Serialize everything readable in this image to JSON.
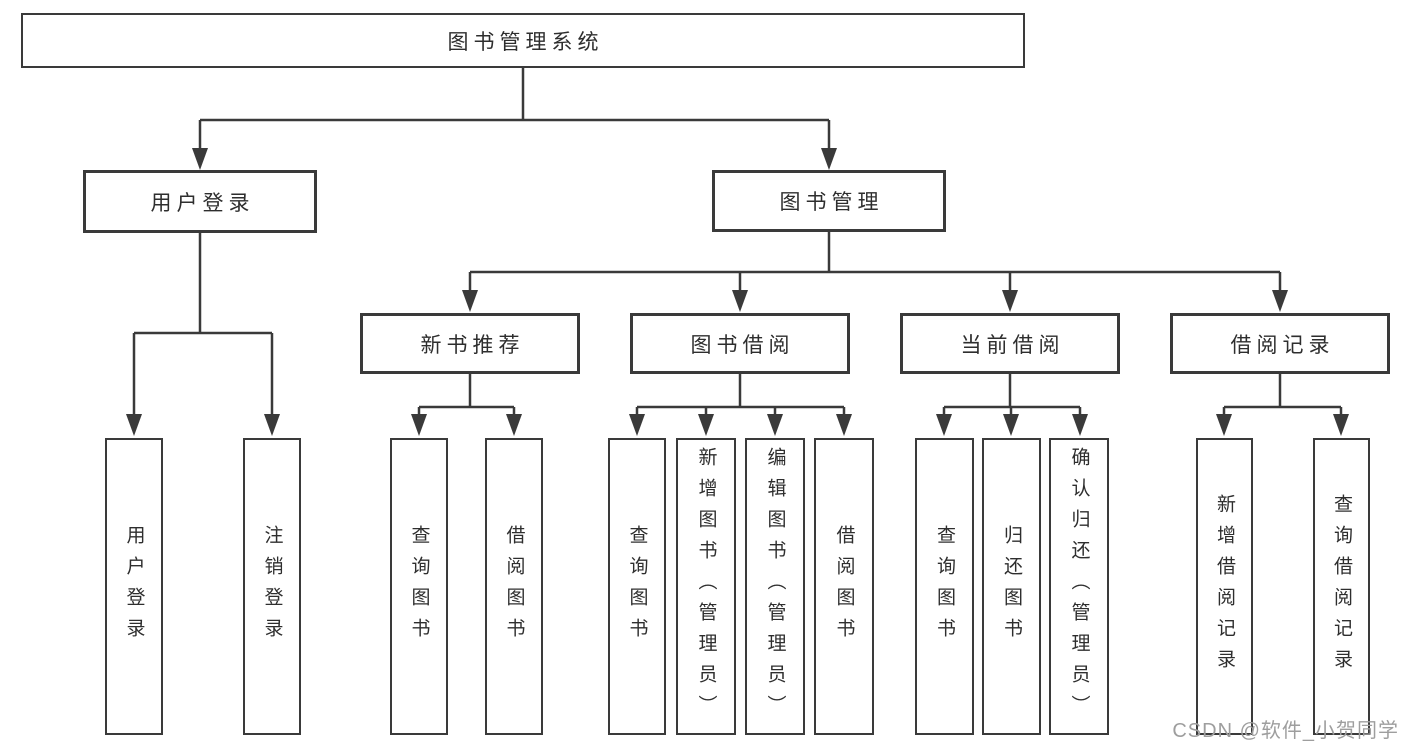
{
  "diagram": {
    "title": "图书管理系统",
    "root": {
      "label": "图书管理系统"
    },
    "level2": [
      {
        "id": "user-login",
        "label": "用户登录"
      },
      {
        "id": "book-management",
        "label": "图书管理"
      }
    ],
    "level3": [
      {
        "id": "new-book-recommendation",
        "label": "新书推荐",
        "parent": "图书管理"
      },
      {
        "id": "book-borrowing",
        "label": "图书借阅",
        "parent": "图书管理"
      },
      {
        "id": "current-borrowing",
        "label": "当前借阅",
        "parent": "图书管理"
      },
      {
        "id": "borrowing-records",
        "label": "借阅记录",
        "parent": "图书管理"
      }
    ],
    "leaves": [
      {
        "parent": "用户登录",
        "label": "用户登录"
      },
      {
        "parent": "用户登录",
        "label": "注销登录"
      },
      {
        "parent": "新书推荐",
        "label": "查询图书"
      },
      {
        "parent": "新书推荐",
        "label": "借阅图书"
      },
      {
        "parent": "图书借阅",
        "label": "查询图书"
      },
      {
        "parent": "图书借阅",
        "label": "新增图书（管理员）"
      },
      {
        "parent": "图书借阅",
        "label": "编辑图书（管理员）"
      },
      {
        "parent": "图书借阅",
        "label": "借阅图书"
      },
      {
        "parent": "当前借阅",
        "label": "查询图书"
      },
      {
        "parent": "当前借阅",
        "label": "归还图书"
      },
      {
        "parent": "当前借阅",
        "label": "确认归还（管理员）"
      },
      {
        "parent": "借阅记录",
        "label": "新增借阅记录"
      },
      {
        "parent": "借阅记录",
        "label": "查询借阅记录"
      }
    ],
    "colors": {
      "line": "#3a3a3a",
      "box_border": "#3a3a3a",
      "text": "#2e2e2e",
      "background": "#ffffff",
      "watermark": "#9e9e9e"
    }
  },
  "watermark": {
    "text": "CSDN @软件_小贺同学"
  }
}
